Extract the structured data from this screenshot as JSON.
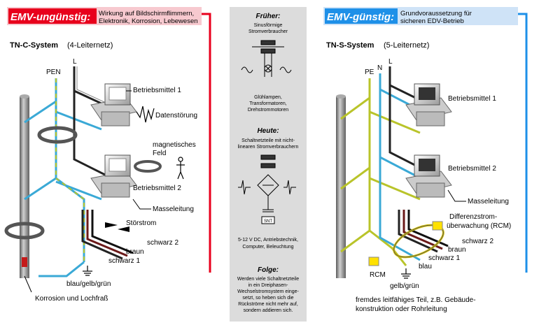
{
  "left": {
    "badge": "EMV-ungünstig:",
    "badge_desc": [
      "Wirkung auf Bildschirmflimmern,",
      "Elektronik, Korrosion, Lebewesen"
    ],
    "system_title": "TN-C-System",
    "system_sub": "(4-Leiternetz)",
    "label_pen": "PEN",
    "label_l": "L",
    "device1": "Betriebsmittel 1",
    "device2": "Betriebsmittel 2",
    "datenstoerung": "Datenstörung",
    "magnetisches": "magnetisches",
    "feld": "Feld",
    "masseleitung": "Masseleitung",
    "stoerstrom": "Störstrom",
    "schwarz2": "schwarz 2",
    "braun": "braun",
    "schwarz1": "schwarz 1",
    "blaugelbgruen": "blau/gelb/grün",
    "korrosion": "Korrosion und Lochfraß"
  },
  "center": {
    "frueher_title": "Früher:",
    "frueher_lines": [
      "Sinusförmige",
      "Stromverbraucher"
    ],
    "frueher_examples": [
      "Glühlampen,",
      "Transformatoren,",
      "Drehstrommotoren"
    ],
    "heute_title": "Heute:",
    "heute_lines": [
      "Schaltnetzteile mit nicht-",
      "linearen Stromverbrauchern"
    ],
    "snt_label": "SNT",
    "heute_examples": [
      "5-12 V DC, Antriebstechnik,",
      "Computer, Beleuchtung"
    ],
    "folge_title": "Folge:",
    "folge_lines": [
      "Werden viele Schaltnetzteile",
      "in ein Dreiphasen-",
      "Wechselstromsystem einge-",
      "setzt, so heben sich die",
      "Rückströme nicht mehr auf,",
      "sondern addieren sich."
    ]
  },
  "right": {
    "badge": "EMV-günstig:",
    "badge_desc": [
      "Grundvoraussetzung für",
      "sicheren EDV-Betrieb"
    ],
    "system_title": "TN-S-System",
    "system_sub": "(5-Leiternetz)",
    "label_pe": "PE",
    "label_n": "N",
    "label_l": "L",
    "device1": "Betriebsmittel 1",
    "device2": "Betriebsmittel 2",
    "masseleitung": "Masseleitung",
    "differenz1": "Differenzstrom-",
    "differenz2": "überwachung (RCM)",
    "schwarz2": "schwarz 2",
    "braun": "braun",
    "schwarz1": "schwarz 1",
    "blau": "blau",
    "rcm": "RCM",
    "gelbgruen": "gelb/grün",
    "fremdes1": "fremdes leitfähiges Teil, z.B. Gebäude-",
    "fremdes2": "konstruktion oder Rohrleitung"
  },
  "colors": {
    "left_accent": "#e8001c",
    "left_badge_bg": "#f7c9cf",
    "right_accent": "#1e90e8",
    "right_badge_bg": "#cfe3f7",
    "pen_wire": "#3aa9d6",
    "pe_wire": "#b9c42a",
    "center_bg": "#dcdcdc"
  }
}
